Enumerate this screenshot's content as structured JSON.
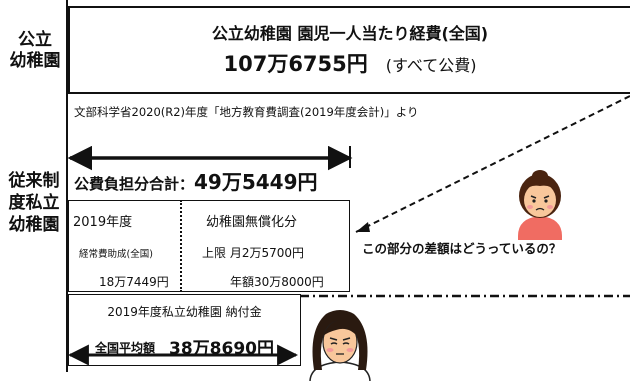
{
  "side_labels": {
    "public": [
      "公立",
      "幼稚園"
    ],
    "private": [
      "従来制",
      "度私立",
      "幼稚園"
    ]
  },
  "public_kindergarten": {
    "title": "公立幼稚園 園児一人当たり経費(全国)",
    "amount": "107万6755円",
    "amount_note": "(すべて公費)"
  },
  "source": "文部科学省2020(R2)年度「地方教育費調査(2019年度会計)」より",
  "public_total": {
    "label": "公費負担分合計：",
    "value": "49万5449円"
  },
  "subsidy_cell": {
    "year": "2019年度",
    "label": "経常費助成(全国)",
    "value": "18万7449円"
  },
  "free_tuition_cell": {
    "title": "幼稚園無償化分",
    "monthly_cap": "上限 月2万5700円",
    "annual": "年額30万8000円"
  },
  "difference_question": "この部分の差額はどうっているの？",
  "parent_fee": {
    "title": "2019年度私立幼稚園 納付金",
    "label": "全国平均額",
    "value": "38万8690円"
  },
  "illustrations": [
    "girl-face-icon",
    "woman-face-icon"
  ],
  "colors": {
    "line": "#111111",
    "skin": "#f8c79b",
    "hair": "#4a2410",
    "cheek": "#f39a9a",
    "dress": "#f06c62"
  }
}
